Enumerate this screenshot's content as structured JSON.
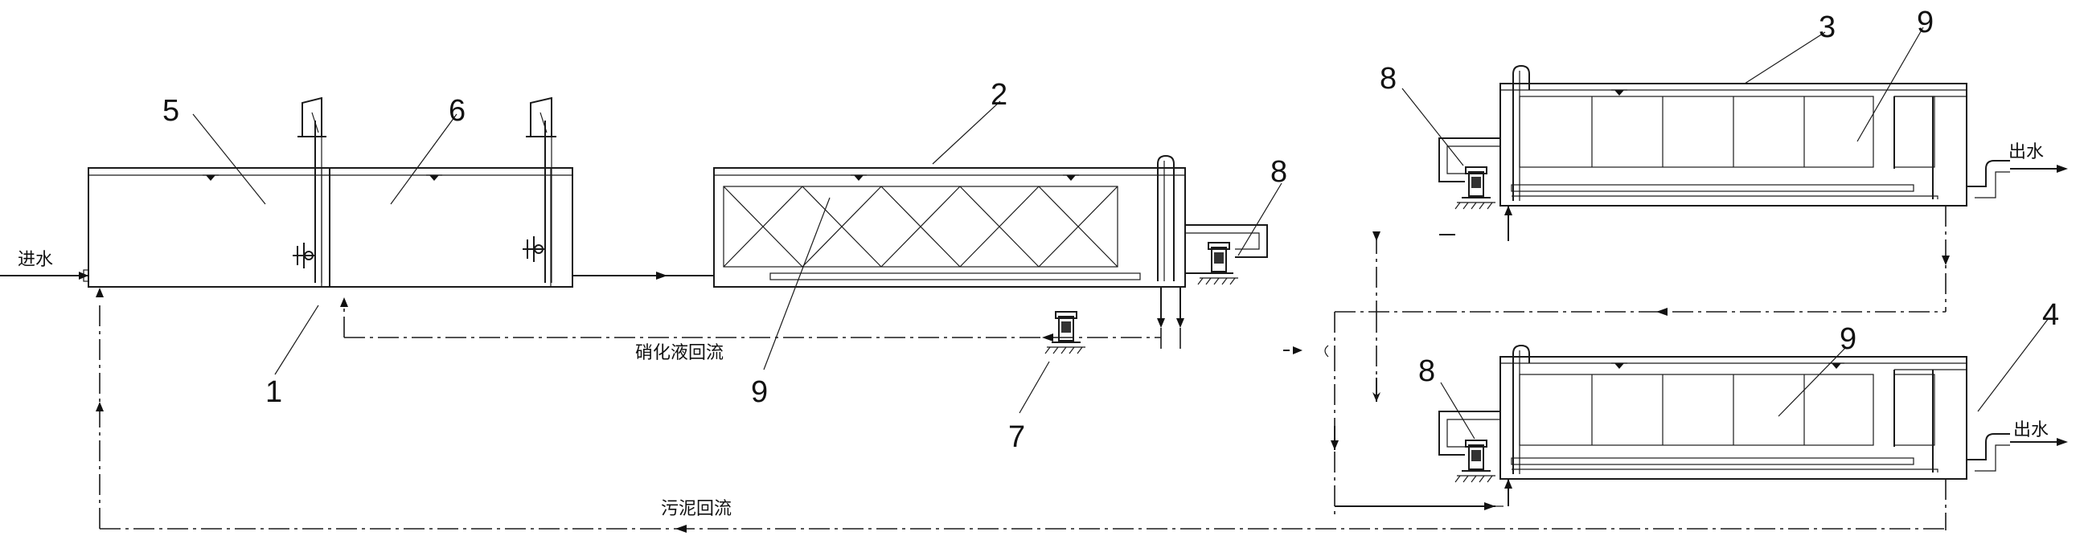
{
  "labels": {
    "inlet": "进水",
    "outlet_top": "出水",
    "outlet_bottom": "出水",
    "nitrified_return": "硝化液回流",
    "sludge_return": "污泥回流"
  },
  "numbers": {
    "n1": "1",
    "n2": "2",
    "n3": "3",
    "n4": "4",
    "n5": "5",
    "n6": "6",
    "n7": "7",
    "n8a": "8",
    "n8b": "8",
    "n8c": "8",
    "n9a": "9",
    "n9b": "9",
    "n9c": "9"
  },
  "icons": {
    "pump": "submersible-pump-icon",
    "mixer": "mixer-icon",
    "water_level": "water-level-triangle-icon"
  }
}
